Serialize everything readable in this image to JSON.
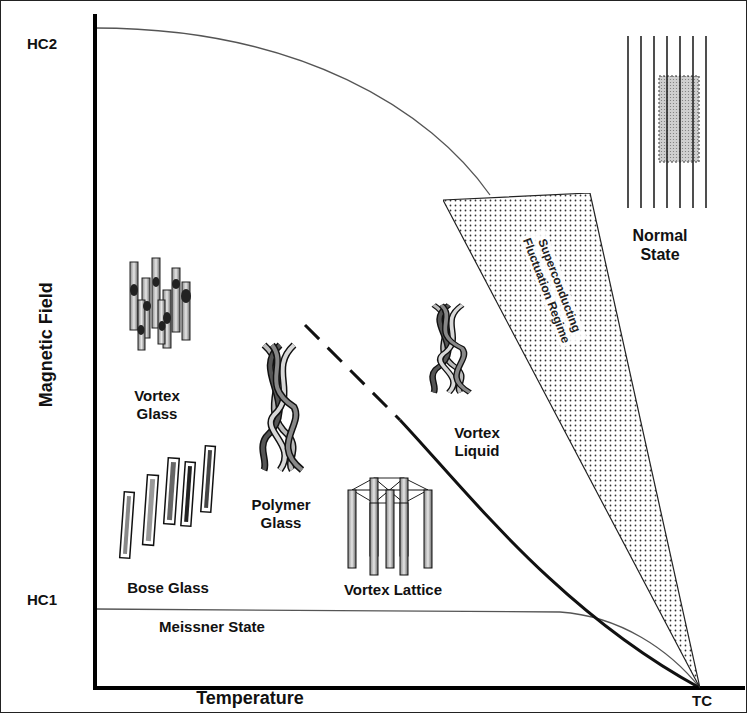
{
  "diagram": {
    "nodes": [
      {
        "text": [
          "Superconducting Fluctuation Regime"
        ]
      }
    ],
    "labels": [
      "HC2",
      "Magnetic Field",
      "Vortex Glass",
      "Polymer Glass",
      "Vortex Liquid",
      "Normal State",
      "Bose Glass",
      "Vortex Lattice",
      "HC1",
      "Meissner State",
      "Temperature",
      "TC"
    ]
  }
}
